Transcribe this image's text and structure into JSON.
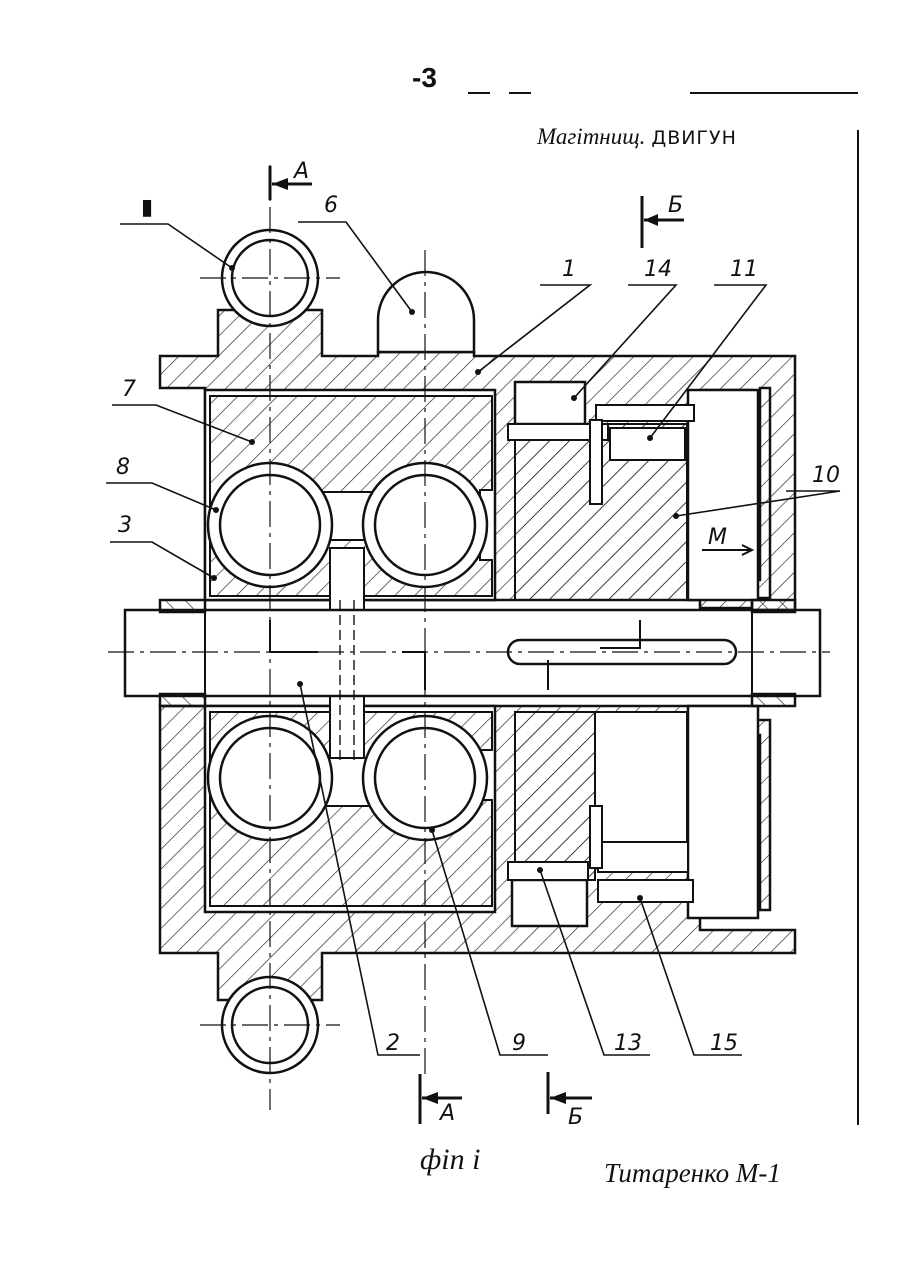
{
  "header": {
    "page_number": "-3"
  },
  "caption": {
    "title": "Магiтнищ.",
    "handwritten": "ДВИГУН"
  },
  "labels": {
    "l_roman": "▮",
    "l6": "6",
    "l1": "1",
    "l14": "14",
    "l11": "11",
    "l7": "7",
    "l8": "8",
    "l3": "3",
    "l10": "10",
    "lM": "M",
    "l2": "2",
    "l9": "9",
    "l13": "13",
    "l15": "15",
    "secA_top": "A",
    "secB_top": "Б",
    "secA_bot": "A",
    "secB_bot": "Б"
  },
  "footer": {
    "figure": "фiп i",
    "author": "Титаренко М-1"
  }
}
